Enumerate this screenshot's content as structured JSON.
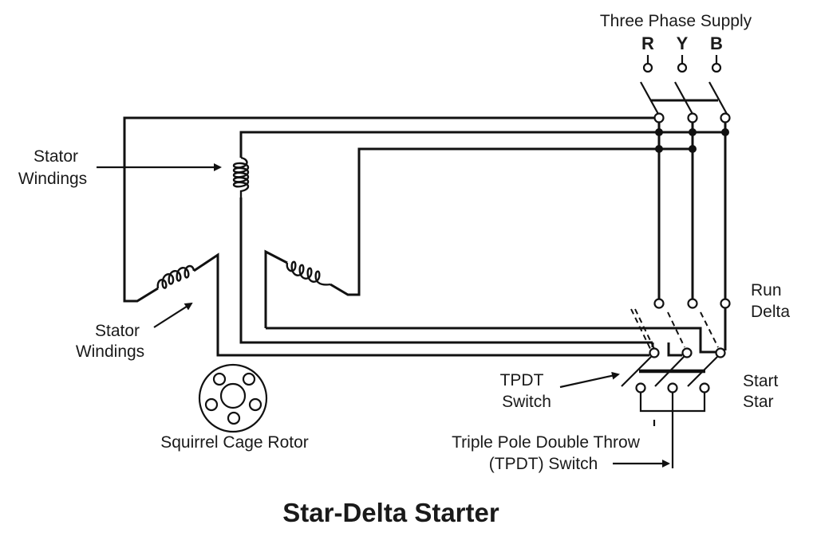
{
  "diagram": {
    "title": "Star-Delta Starter",
    "supply": {
      "label": "Three Phase Supply",
      "phases": [
        "R",
        "Y",
        "B"
      ]
    },
    "labels": {
      "stator_top_line1": "Stator",
      "stator_top_line2": "Windings",
      "stator_bottom_line1": "Stator",
      "stator_bottom_line2": "Windings",
      "rotor": "Squirrel Cage Rotor",
      "run_line1": "Run",
      "run_line2": "Delta",
      "start_line1": "Start",
      "start_line2": "Star",
      "tpdt_line1": "TPDT",
      "tpdt_line2": "Switch",
      "tpdt_full_line1": "Triple Pole Double Throw",
      "tpdt_full_line2": "(TPDT) Switch"
    },
    "colors": {
      "ink": "#111111",
      "background": "#ffffff"
    }
  }
}
